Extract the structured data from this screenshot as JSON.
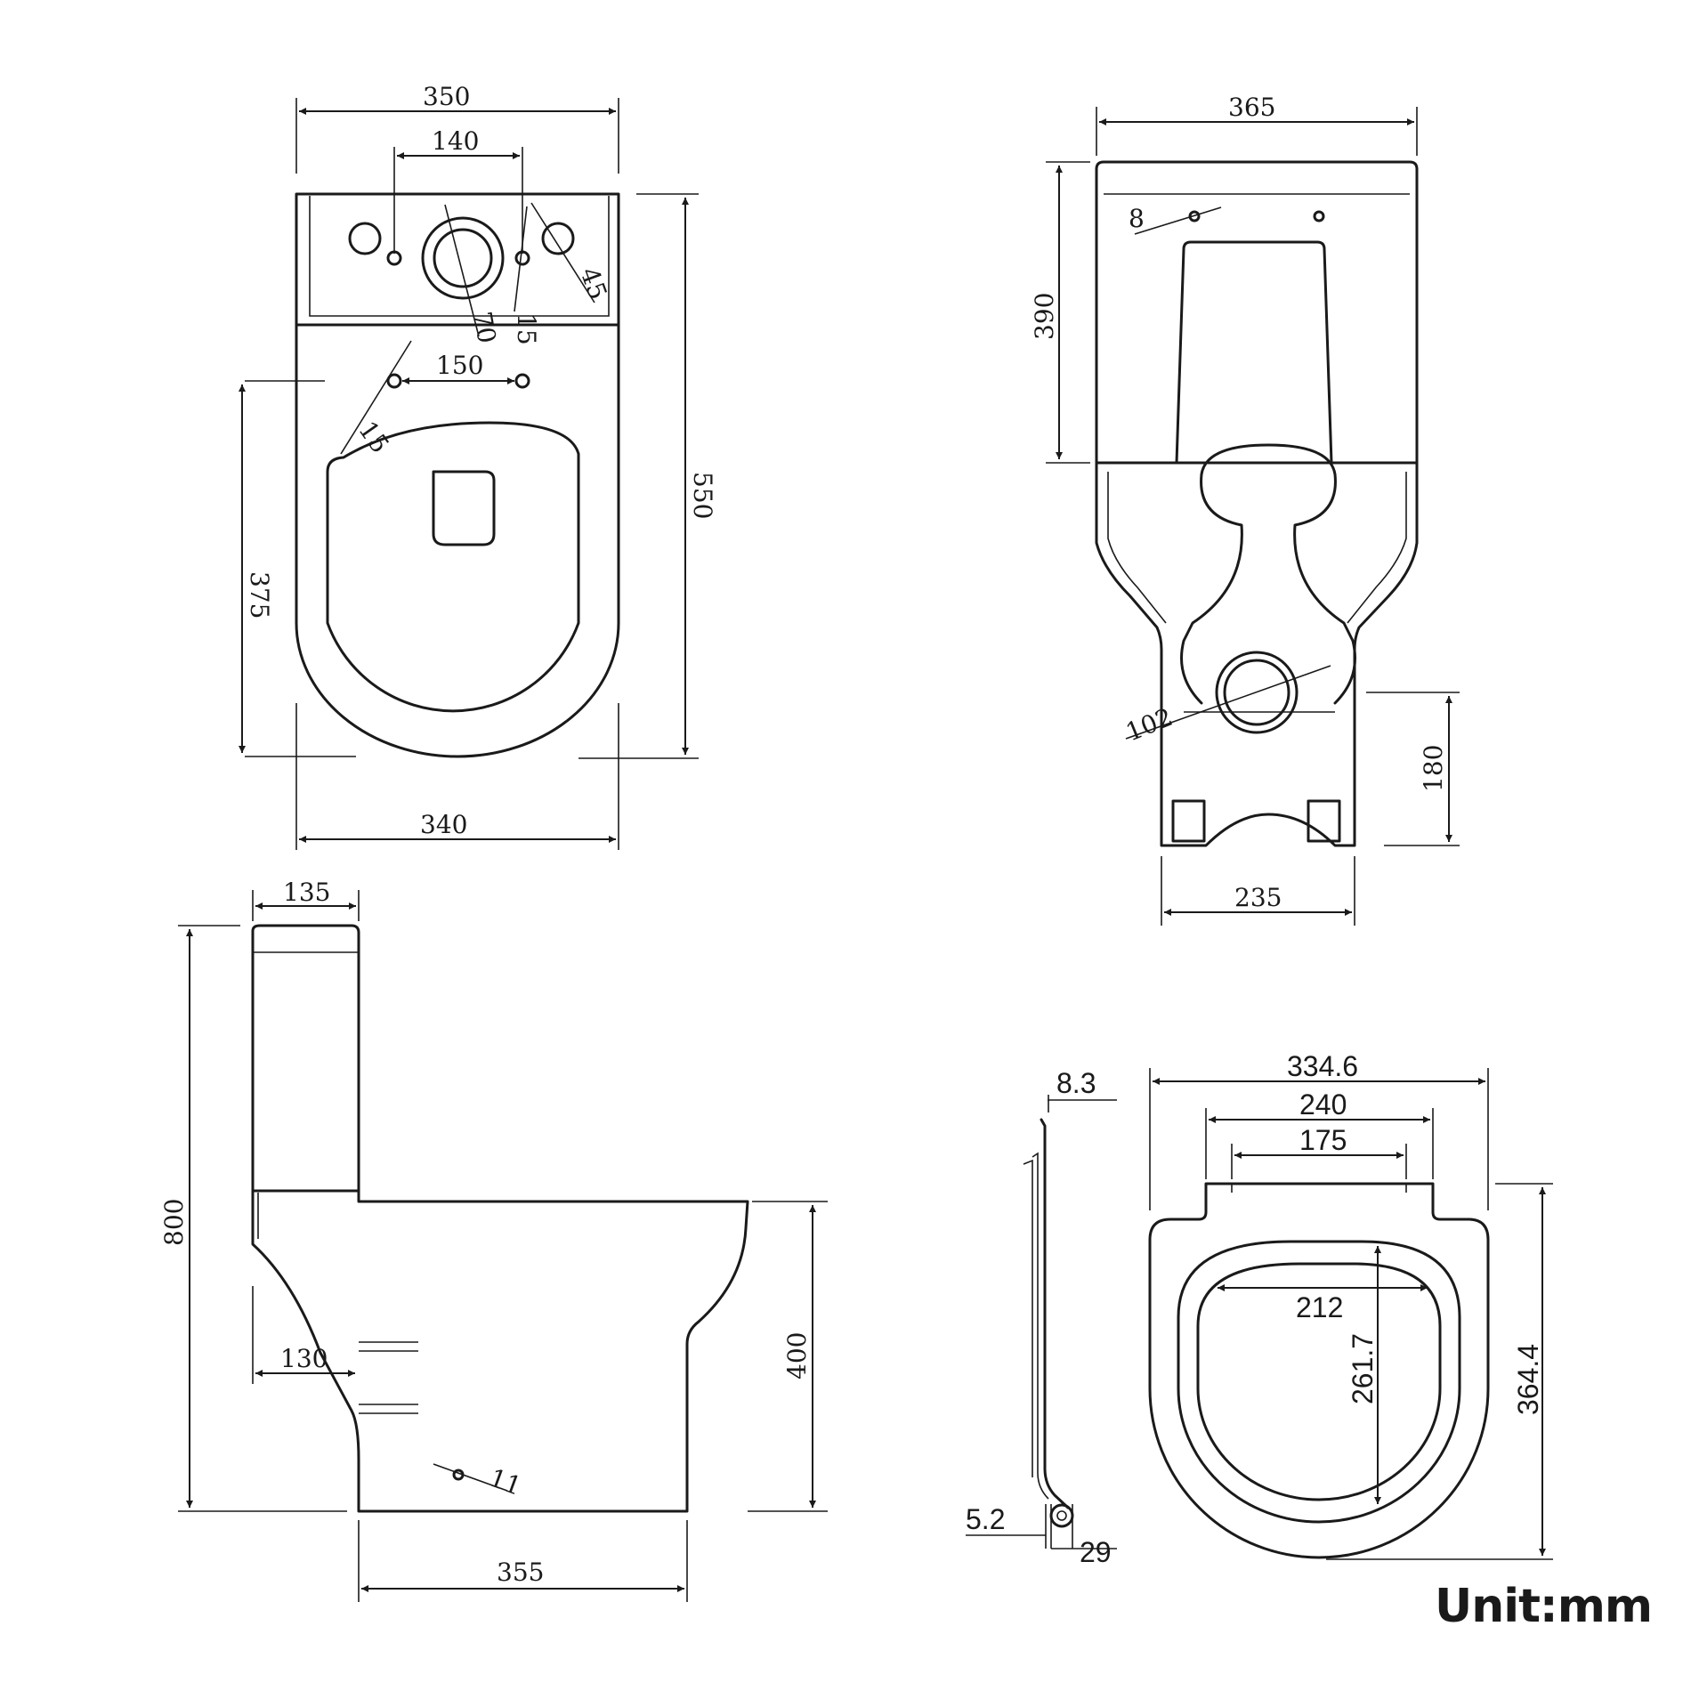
{
  "unit_label": "Unit:mm",
  "top_view": {
    "overall_width": "350",
    "inlet_spacing": "140",
    "hole_dia_right": "45",
    "center_hole": "70",
    "small_hole": "15",
    "seat_fix_spacing": "150",
    "seat_fix_hole": "15",
    "depth_to_fixing": "375",
    "overall_depth": "550",
    "bowl_width": "340"
  },
  "rear_view": {
    "overall_width": "365",
    "cistern_height": "390",
    "button_hole": "8",
    "outlet_dia": "102",
    "outlet_height": "180",
    "foot_width": "235"
  },
  "side_view": {
    "cistern_depth": "135",
    "overall_height": "800",
    "waste_offset": "130",
    "pan_height": "400",
    "floor_fix_hole": "11",
    "pan_length": "355"
  },
  "seat_view": {
    "lid_thickness": "8.3",
    "hinge_offset": "5.2",
    "hinge_dia": "29",
    "overall_width": "334.6",
    "hinge_width": "240",
    "hinge_spacing": "175",
    "opening_width": "212",
    "opening_length": "261.7",
    "overall_length": "364.4"
  }
}
